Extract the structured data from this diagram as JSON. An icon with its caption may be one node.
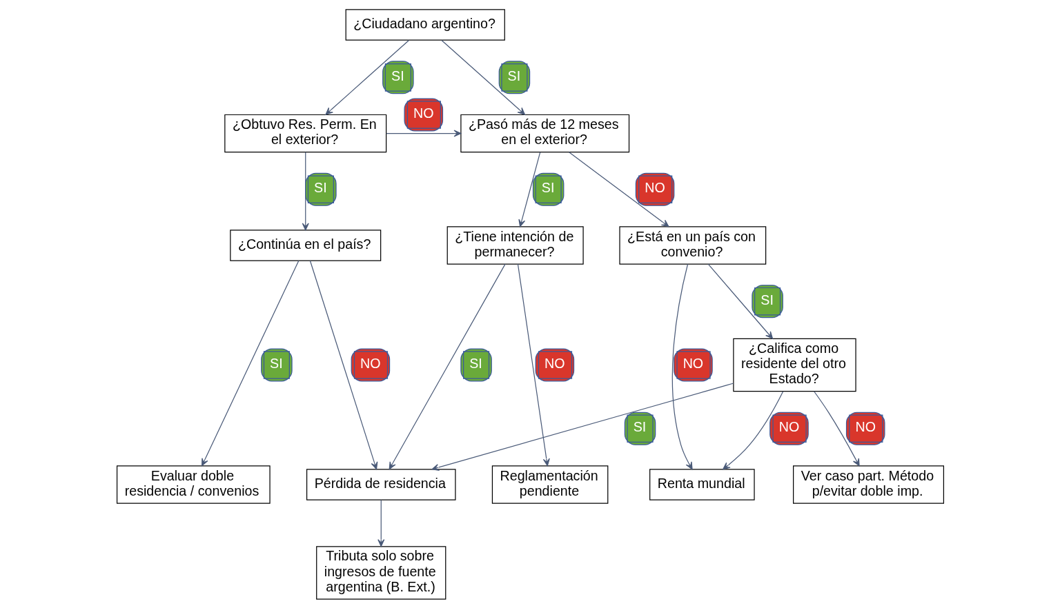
{
  "diagram": {
    "nodes": [
      {
        "text": [
          "¿Ciudadano argentino?"
        ]
      },
      {
        "text": [
          "¿Obtuvo Res. Perm. En el exterior?"
        ]
      },
      {
        "text": [
          "¿Pasó más de 12 meses en el exterior?"
        ]
      },
      {
        "text": [
          "¿Continúa en el país?"
        ]
      },
      {
        "text": [
          "¿Tiene intención de permanecer?"
        ]
      },
      {
        "text": [
          "¿Está en un país con convenio?"
        ]
      },
      {
        "text": [
          "Evaluar doble residencia / convenios"
        ]
      },
      {
        "text": [
          "Pérdida de residencia"
        ]
      },
      {
        "text": [
          "Reglamentación pendiente"
        ]
      },
      {
        "text": [
          "Renta mundial"
        ]
      },
      {
        "text": [
          "¿Califica como residente del otro Estado?"
        ]
      },
      {
        "text": [
          "Tributa solo sobre ingresos de fuente argentina (B. Ext.)"
        ]
      },
      {
        "text": [
          "Ver caso part. Método p/evitar doble imp."
        ]
      }
    ],
    "edges": [
      {
        "from": 0,
        "to": 1,
        "arrow": "to",
        "label": "SI"
      },
      {
        "from": 0,
        "to": 2,
        "arrow": "to",
        "label": "SI"
      },
      {
        "from": 1,
        "to": 2,
        "arrow": "to",
        "label": "NO"
      },
      {
        "from": 1,
        "to": 3,
        "arrow": "to",
        "label": "SI"
      },
      {
        "from": 2,
        "to": 4,
        "arrow": "to",
        "label": "SI"
      },
      {
        "from": 2,
        "to": 5,
        "arrow": "to",
        "label": "NO"
      },
      {
        "from": 3,
        "to": 6,
        "arrow": "to",
        "label": "SI"
      },
      {
        "from": 3,
        "to": 7,
        "arrow": "to",
        "label": "NO"
      },
      {
        "from": 4,
        "to": 7,
        "arrow": "to",
        "label": "SI"
      },
      {
        "from": 4,
        "to": 8,
        "arrow": "to",
        "label": "NO"
      },
      {
        "from": 5,
        "to": 9,
        "arrow": "to",
        "label": "NO"
      },
      {
        "from": 5,
        "to": 10,
        "arrow": "to",
        "label": "SI"
      },
      {
        "from": 10,
        "to": 7,
        "arrow": "to",
        "label": "SI"
      },
      {
        "from": 10,
        "to": 9,
        "arrow": "to",
        "label": "NO"
      },
      {
        "from": 10,
        "to": 12,
        "arrow": "to",
        "label": "NO"
      },
      {
        "from": 7,
        "to": 11,
        "arrow": "to"
      }
    ]
  }
}
